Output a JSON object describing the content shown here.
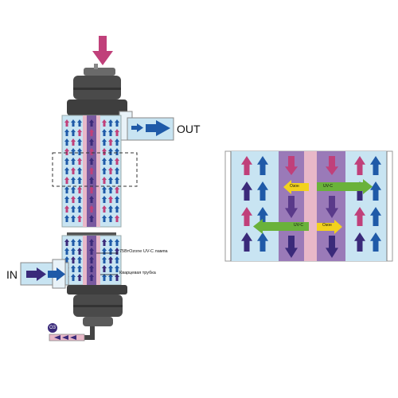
{
  "labels": {
    "out": "OUT",
    "in": "IN",
    "lamp": "75ВтOzone UV-C лампа",
    "tube": "Кварцевая трубка",
    "o3": "O3"
  },
  "detail": {
    "ozone_tag_1": "Озон",
    "uvc_tag_1": "UV-C",
    "uvc_tag_2": "UV-C",
    "ozone_tag_2": "Озон"
  },
  "colors": {
    "water": "#c8e4f2",
    "lamp_zone": "#7a5aa0",
    "quartz_tube": "#e8b8c8",
    "housing": "#555555",
    "arrow_blue": "#1f5aa8",
    "arrow_magenta": "#c0407a",
    "arrow_purple": "#3a2a7a",
    "uvc_arrow": "#6ab23a",
    "ozone_arrow": "#f2d21e"
  },
  "icons": {
    "inlet_arrow": "pink-down-arrow-icon",
    "flow_arrows": "up-arrow-icon",
    "uv_rays": "horizontal-arrow-icon"
  }
}
